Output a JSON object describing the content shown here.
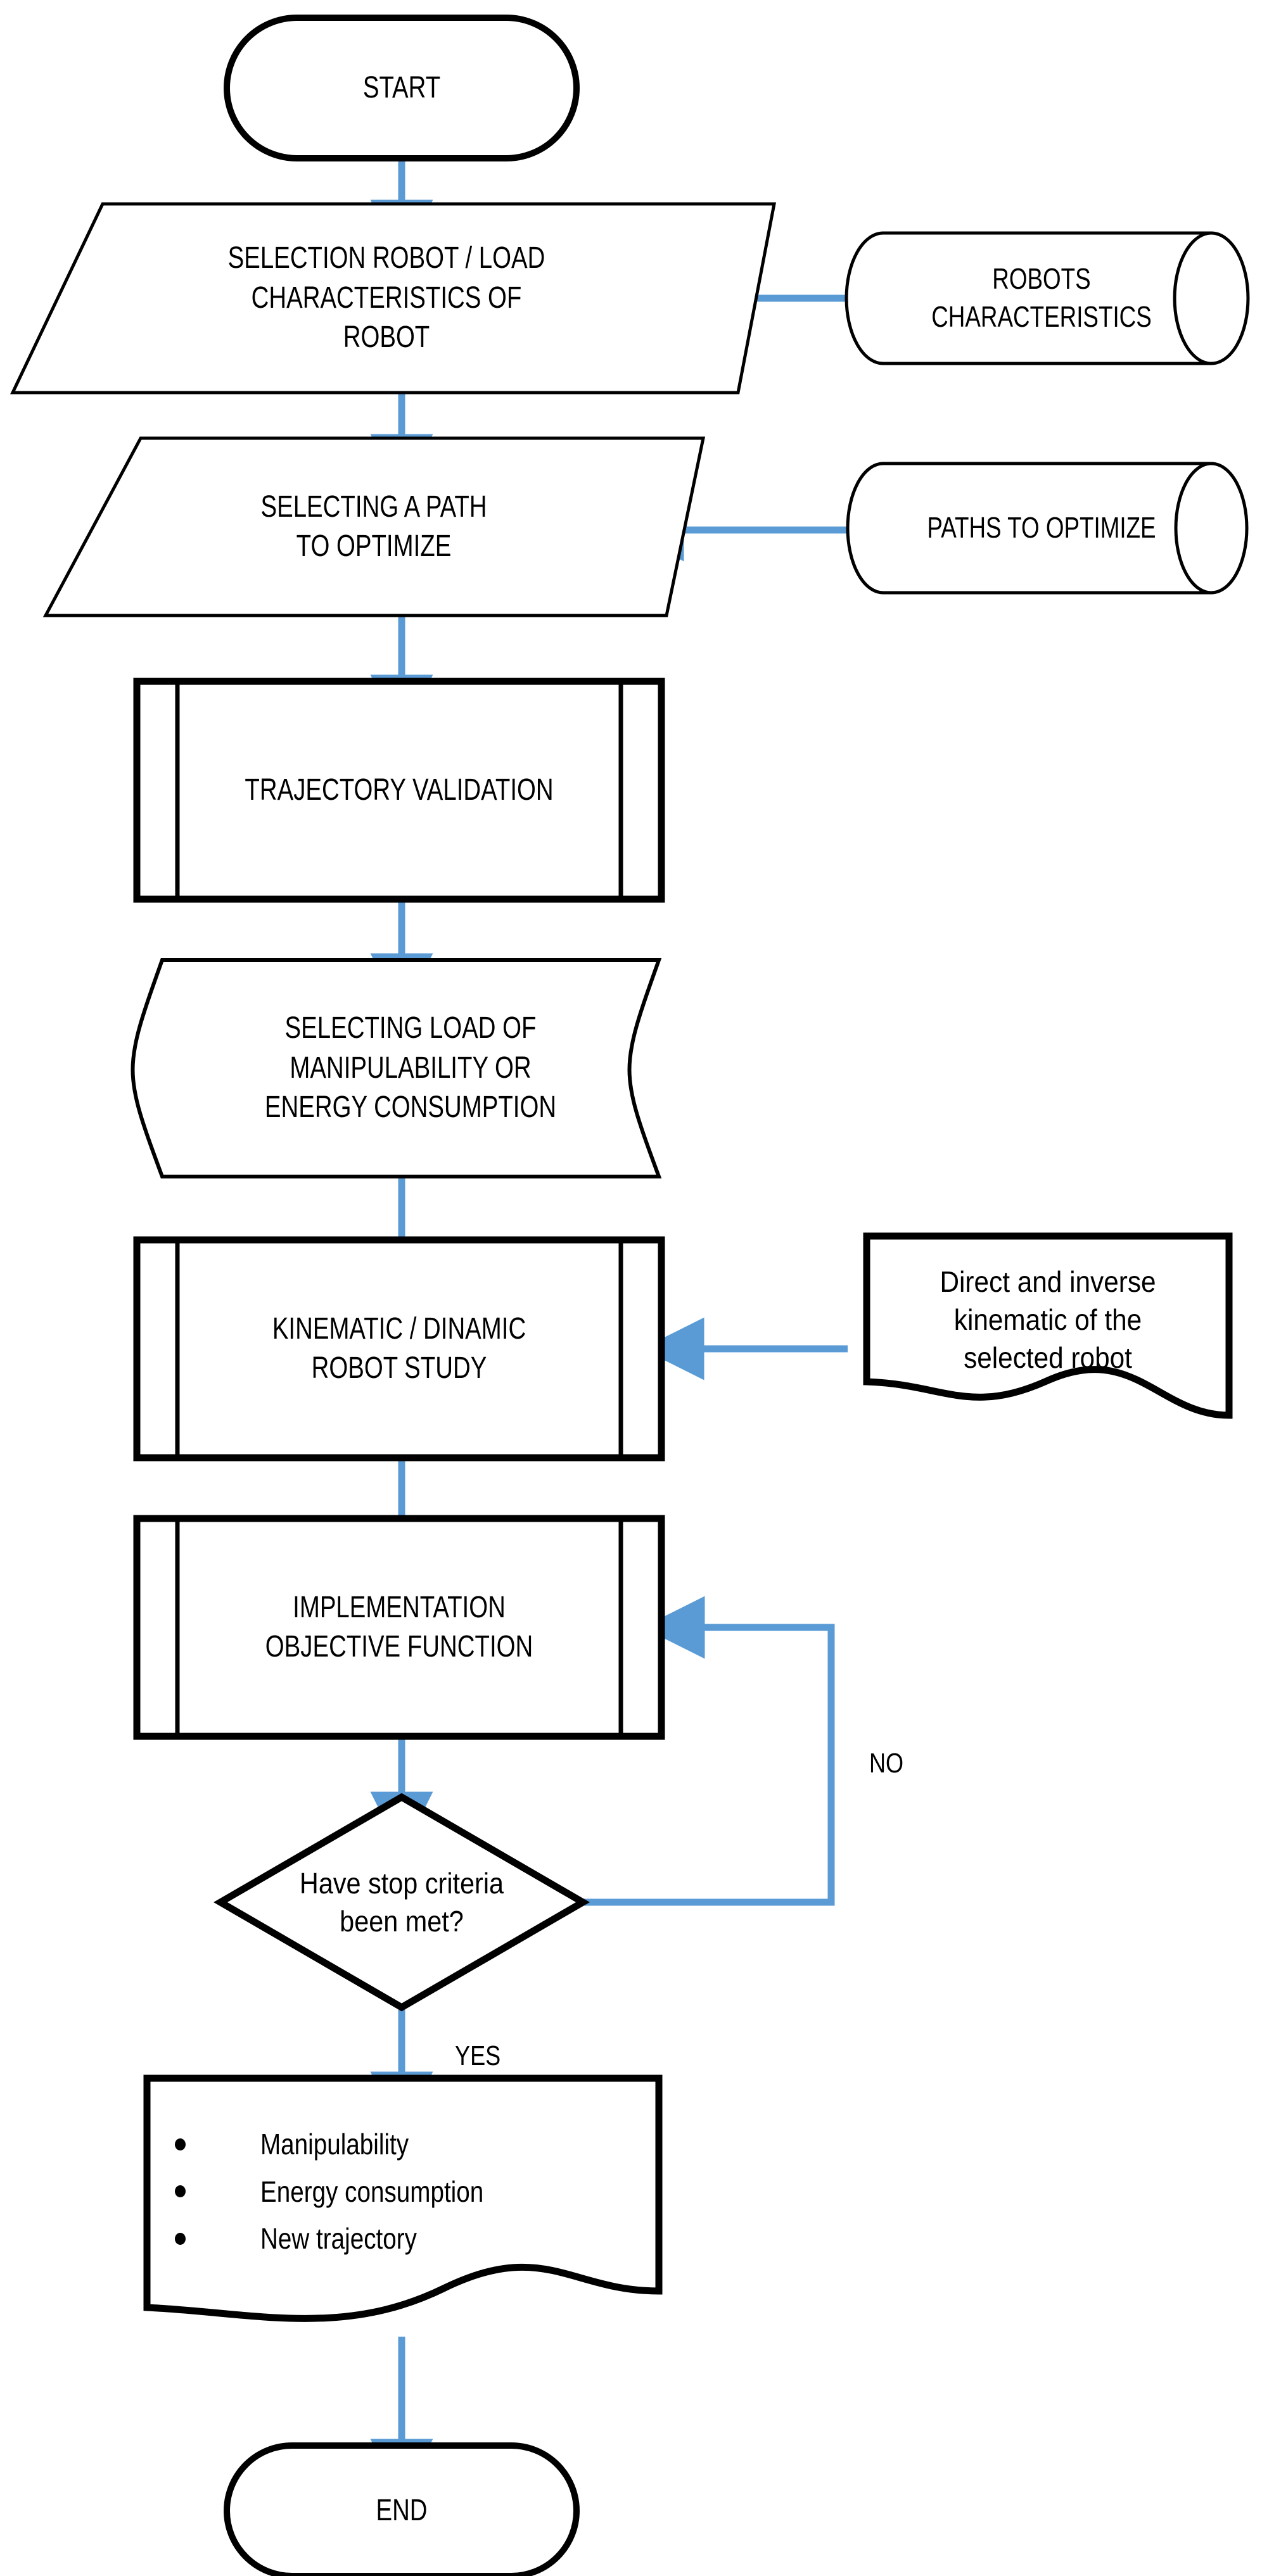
{
  "diagram": {
    "title": "Robot trajectory optimization flowchart",
    "accent_color": "#5B9BD5",
    "outline_color": "#000000",
    "background_color": "#FFFFFF"
  },
  "nodes": {
    "start": {
      "label": "START",
      "shape": "terminator"
    },
    "selection_robot": {
      "label": "SELECTION ROBOT / LOAD\nCHARACTERISTICS OF\nROBOT",
      "shape": "parallelogram-input"
    },
    "robots_characteristics": {
      "label": "ROBOTS\nCHARACTERISTICS",
      "shape": "database-cylinder"
    },
    "selecting_path": {
      "label": "SELECTING A PATH\nTO OPTIMIZE",
      "shape": "parallelogram-input"
    },
    "paths_to_optimize": {
      "label": "PATHS TO OPTIMIZE",
      "shape": "database-cylinder"
    },
    "trajectory_validation": {
      "label": "TRAJECTORY VALIDATION",
      "shape": "predefined-process"
    },
    "selecting_load": {
      "label": "SELECTING LOAD OF\nMANIPULABILITY OR\nENERGY CONSUMPTION",
      "shape": "stored-data"
    },
    "kinematic_study": {
      "label": "KINEMATIC / DINAMIC\nROBOT STUDY",
      "shape": "predefined-process"
    },
    "direct_inverse_kinematic": {
      "label": "Direct and inverse\nkinematic of the\nselected robot",
      "shape": "document"
    },
    "implementation_objective": {
      "label": "IMPLEMENTATION\nOBJECTIVE FUNCTION",
      "shape": "predefined-process"
    },
    "stop_criteria": {
      "label": "Have stop criteria\nbeen met?",
      "shape": "decision-diamond"
    },
    "results": {
      "shape": "document",
      "items": [
        "Manipulability",
        "Energy consumption",
        "New trajectory"
      ]
    },
    "end": {
      "label": "END",
      "shape": "terminator"
    }
  },
  "edge_labels": {
    "no": "NO",
    "yes": "YES"
  }
}
